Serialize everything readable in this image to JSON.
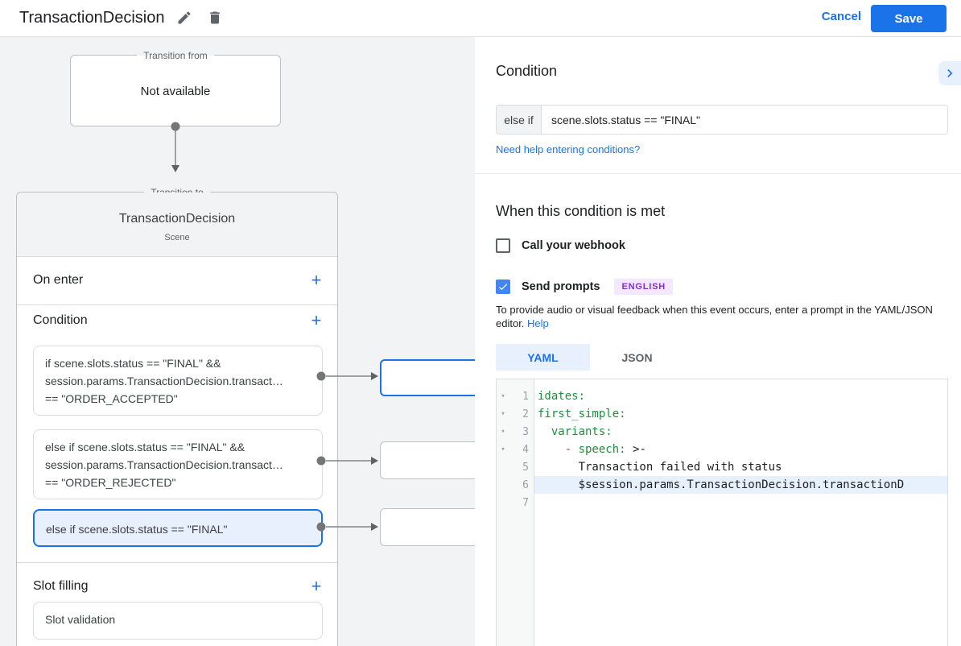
{
  "header": {
    "title": "TransactionDecision",
    "cancel_label": "Cancel",
    "save_label": "Save"
  },
  "canvas": {
    "transition_from": {
      "legend": "Transition from",
      "value": "Not available"
    },
    "transition_to": {
      "legend": "Transition to",
      "title": "TransactionDecision",
      "subtitle": "Scene",
      "on_enter": {
        "label": "On enter",
        "add_label": "+"
      },
      "condition": {
        "label": "Condition",
        "add_label": "+",
        "cards": [
          {
            "selected": false,
            "lines": [
              "if scene.slots.status == \"FINAL\" &&",
              "session.params.TransactionDecision.transact…",
              "== \"ORDER_ACCEPTED\""
            ]
          },
          {
            "selected": false,
            "lines": [
              "else if scene.slots.status == \"FINAL\" &&",
              "session.params.TransactionDecision.transact…",
              "== \"ORDER_REJECTED\""
            ]
          },
          {
            "selected": true,
            "lines": [
              "else if scene.slots.status == \"FINAL\""
            ]
          }
        ]
      },
      "slot_filling": {
        "label": "Slot filling",
        "add_label": "+",
        "items": [
          "Slot validation"
        ]
      }
    }
  },
  "panel": {
    "title": "Condition",
    "condition_input": {
      "prefix": "else if",
      "value": "scene.slots.status == \"FINAL\""
    },
    "help_link": "Need help entering conditions?",
    "when_met": {
      "title": "When this condition is met",
      "webhook": {
        "label": "Call your webhook",
        "checked": false
      },
      "prompts": {
        "label": "Send prompts",
        "checked": true,
        "badge": "ENGLISH"
      },
      "description": "To provide audio or visual feedback when this event occurs, enter a prompt in the YAML/JSON editor.",
      "description_link": "Help"
    },
    "editor": {
      "tabs": {
        "yaml": "YAML",
        "json": "JSON",
        "active": "YAML"
      },
      "lines": [
        {
          "number": "1",
          "fold": "▾",
          "text": "idates:"
        },
        {
          "number": "2",
          "fold": "▾",
          "text": "first_simple:"
        },
        {
          "number": "3",
          "fold": "▾",
          "text": "  variants:"
        },
        {
          "number": "4",
          "fold": "▾",
          "meta": "    - ",
          "key": "speech:",
          "plain": " >-"
        },
        {
          "number": "5",
          "text": "      Transaction failed with status"
        },
        {
          "number": "6",
          "highlighted": true,
          "text": "      $session.params.TransactionDecision.transactionD"
        },
        {
          "number": "7",
          "text": ""
        }
      ]
    }
  },
  "colors": {
    "accent_blue": "#1a73e8",
    "selected_card_bg": "#e8f0fe",
    "checkbox_checked": "#4285f4",
    "badge_bg": "#f3e8fd",
    "badge_text": "#8430ce",
    "code_key_green": "#1e8e3e",
    "code_meta": "#9a4a3f",
    "code_plain": "#202124",
    "line_highlight": "#e7f1fd",
    "canvas_bg": "#f1f3f4",
    "connector_gray": "#757575"
  }
}
